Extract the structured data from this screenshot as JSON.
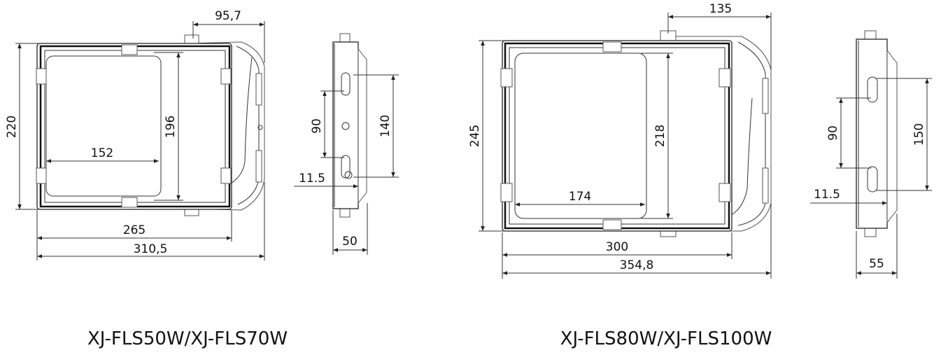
{
  "small": {
    "caption": "XJ-FLS50W/XJ-FLS70W",
    "front": {
      "overall_width": "310,5",
      "body_width": "265",
      "bracket_depth": "95,7",
      "height": "220",
      "inner_height": "196",
      "inner_width": "152"
    },
    "side": {
      "hole_spacing_outer": "140",
      "hole_spacing_inner": "90",
      "offset": "11.5",
      "depth": "50"
    }
  },
  "large": {
    "caption": "XJ-FLS80W/XJ-FLS100W",
    "front": {
      "overall_width": "354,8",
      "body_width": "300",
      "bracket_depth": "135",
      "height": "245",
      "inner_height": "218",
      "inner_width": "174"
    },
    "side": {
      "hole_spacing_outer": "150",
      "hole_spacing_inner": "90",
      "offset": "11.5",
      "depth": "55"
    }
  }
}
